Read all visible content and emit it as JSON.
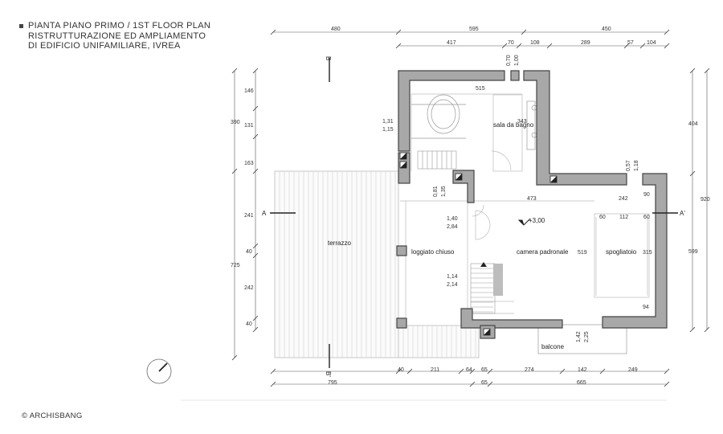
{
  "title_lines": [
    "PIANTA PIANO PRIMO / 1ST FLOOR PLAN",
    "RISTRUTTURAZIONE ED AMPLIAMENTO",
    "DI EDIFICIO UNIFAMILIARE, IVREA"
  ],
  "copyright": "© ARCHISBANG",
  "rooms": {
    "bathroom": "sala da bagno",
    "terrace": "terrazzo",
    "loggia": "loggiato chiuso",
    "master": "camera padronale",
    "dressing": "spogliatoio",
    "balcony": "balcone"
  },
  "level": "+3,00",
  "section_labels": {
    "a": "A",
    "a_prime": "A'",
    "b": "B",
    "b_prime": "B'"
  },
  "dims_top": {
    "outer": [
      "480",
      "595",
      "450"
    ],
    "inner": [
      "417",
      "70",
      "108",
      "289",
      "57",
      "104"
    ]
  },
  "dims_bottom": {
    "inner": [
      "40",
      "211",
      "64",
      "65",
      "274",
      "142",
      "249"
    ],
    "outer": [
      "795",
      "65",
      "665"
    ]
  },
  "dims_left": {
    "outer": [
      "390",
      "725"
    ],
    "inner": [
      "146",
      "131",
      "163",
      "241",
      "40",
      "242",
      "40"
    ]
  },
  "dims_right": {
    "outer": [
      "404",
      "920",
      "599"
    ]
  },
  "dims_internal": {
    "bath_w": "515",
    "bath_h": "343",
    "win_top_a": "0,70",
    "win_top_b": "1,00",
    "win_bath_a": "1,31",
    "win_bath_b": "1,15",
    "win_stair_a": "0,81",
    "win_stair_b": "1,35",
    "win_right_a": "0,57",
    "win_right_b": "1,18",
    "w473": "473",
    "w242": "242",
    "w90": "90",
    "w60a": "60",
    "w112": "112",
    "w60b": "60",
    "door_a": "1,40",
    "door_b": "2,84",
    "door2_a": "1,14",
    "door2_b": "2,14",
    "h519": "519",
    "h315": "315",
    "h94": "94",
    "balc_a": "1,42",
    "balc_b": "2,25"
  }
}
